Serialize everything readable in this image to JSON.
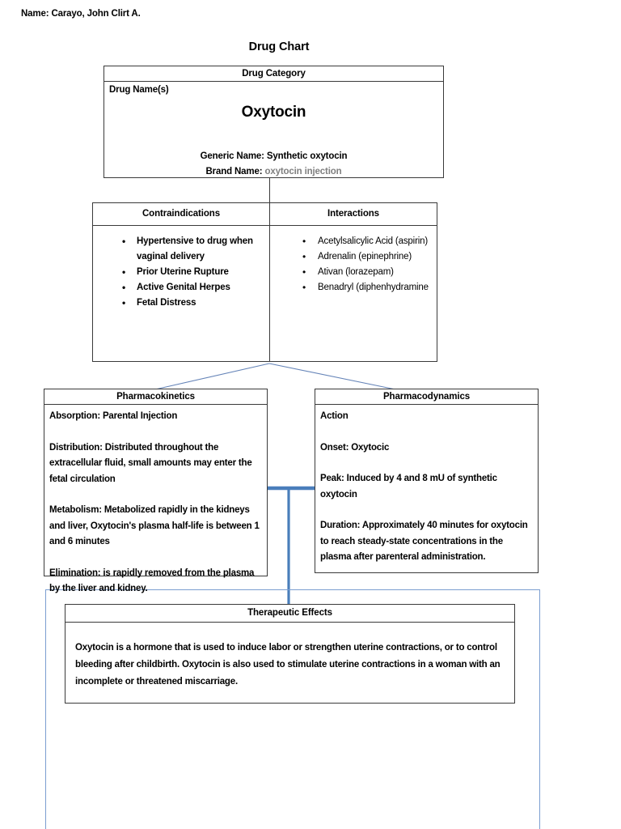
{
  "document": {
    "name_line": "Name: Carayo, John Clirt A.",
    "title": "Drug Chart"
  },
  "drug_category": {
    "header": "Drug Category",
    "drug_names_label": "Drug Name(s)",
    "drug_name": "Oxytocin",
    "generic_label": "Generic Name: Synthetic oxytocin",
    "brand_label": "Brand Name:",
    "brand_value": "oxytocin injection"
  },
  "contraindications": {
    "header": "Contraindications",
    "items": [
      "Hypertensive to drug when vaginal delivery",
      "Prior Uterine Rupture",
      "Active Genital Herpes",
      "Fetal Distress"
    ]
  },
  "interactions": {
    "header": "Interactions",
    "items": [
      "Acetylsalicylic Acid (aspirin)",
      "Adrenalin (epinephrine)",
      "Ativan (lorazepam)",
      "Benadryl (diphenhydramine"
    ]
  },
  "pharmacokinetics": {
    "header": "Pharmacokinetics",
    "paragraphs": [
      "Absorption:  Parental Injection",
      "Distribution: Distributed throughout the extracellular fluid, small amounts may enter the fetal circulation",
      "Metabolism: Metabolized rapidly in the kidneys and liver, Oxytocin's plasma half-life is between 1 and 6 minutes",
      "Elimination: is rapidly removed from the plasma by the liver and kidney."
    ]
  },
  "pharmacodynamics": {
    "header": "Pharmacodynamics",
    "paragraphs": [
      "Action",
      "Onset: Oxytocic",
      "Peak: Induced by 4 and 8 mU of synthetic oxytocin",
      "Duration: Approximately 40 minutes for oxytocin to reach steady-state concentrations in the plasma after parenteral administration."
    ]
  },
  "therapeutic_effects": {
    "header": "Therapeutic Effects",
    "body": "Oxytocin is a hormone that is used to induce labor or strengthen uterine contractions, or to control bleeding after childbirth. Oxytocin is also used to stimulate uterine contractions in a woman with an incomplete or threatened miscarriage."
  },
  "colors": {
    "box_border": "#3a3a3a",
    "connector_blue": "#6584b8",
    "thick_blue": "#4a7ebb",
    "outline_blue": "#7b9ed0",
    "muted_text": "#808080"
  }
}
